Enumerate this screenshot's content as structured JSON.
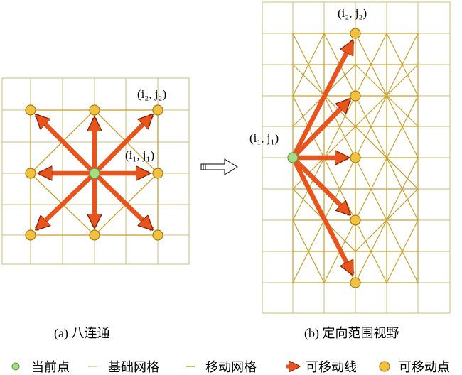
{
  "panels": {
    "a": {
      "caption": "(a) 八连通",
      "label_target": "(i₂, j₂)",
      "label_current": "(i₁, j₁)"
    },
    "b": {
      "caption": "(b) 定向范围视野",
      "label_target": "(i₂, j₂)",
      "label_current": "(i₁, j₁)"
    }
  },
  "legend": {
    "current_point": "当前点",
    "base_grid": "基础网格",
    "move_grid": "移动网格",
    "move_line": "可移动线",
    "move_point": "可移动点"
  },
  "colors": {
    "base_grid": "#c9bf7a",
    "move_grid": "#c8a02a",
    "arrow": "#e8541c",
    "arrow_outline": "#7a1e04",
    "move_point": "#f2c23e",
    "move_point_outline": "#a37a18",
    "current_point": "#a3de84",
    "current_point_outline": "#5e9a45"
  }
}
